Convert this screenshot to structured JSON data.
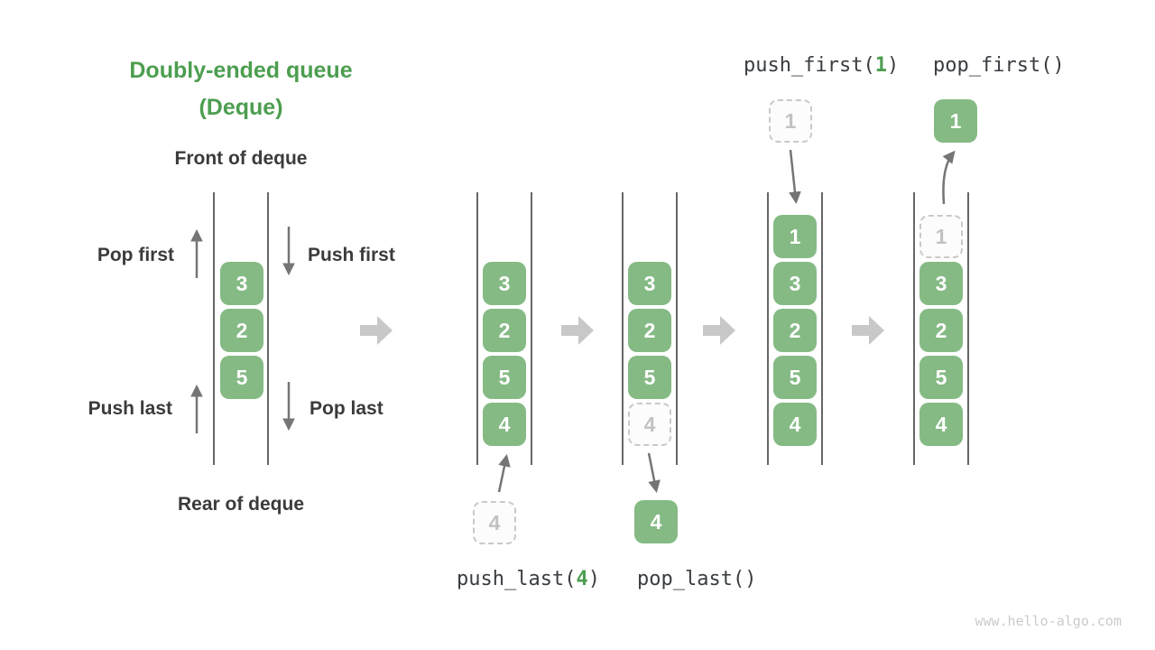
{
  "title": {
    "line1": "Doubly-ended queue",
    "line2": "(Deque)"
  },
  "side_labels": {
    "front": "Front of deque",
    "rear": "Rear of deque",
    "pop_first": "Pop first",
    "push_first": "Push first",
    "push_last": "Push last",
    "pop_last": "Pop last"
  },
  "ops": {
    "push_first": {
      "pre": "push_first(",
      "arg": "1",
      "post": ")"
    },
    "pop_first": {
      "text": "pop_first()"
    },
    "push_last": {
      "pre": "push_last(",
      "arg": "4",
      "post": ")"
    },
    "pop_last": {
      "text": "pop_last()"
    }
  },
  "cells": {
    "initial": [
      "3",
      "2",
      "5"
    ],
    "s1": [
      "3",
      "2",
      "5",
      "4"
    ],
    "s1_floating": "4",
    "s2": [
      "3",
      "2",
      "5",
      "4"
    ],
    "s2_floating": "4",
    "s3": [
      "1",
      "3",
      "2",
      "5",
      "4"
    ],
    "s3_floating": "1",
    "s4": [
      "1",
      "3",
      "2",
      "5",
      "4"
    ],
    "s4_floating": "1"
  },
  "colors": {
    "title_green": "#4c9e50",
    "cell_green": "#85ba84",
    "accent_green_text": "#4c9e50",
    "dashed_border": "#c9c9c9",
    "line_gray": "#666666",
    "arrow_gray": "#757575",
    "block_arrow_gray": "#c8c8c8",
    "label_dark": "#3b3b3b",
    "mono_dark": "#393d41",
    "watermark_gray": "#cbcbcb"
  },
  "watermark": "www.hello-algo.com"
}
